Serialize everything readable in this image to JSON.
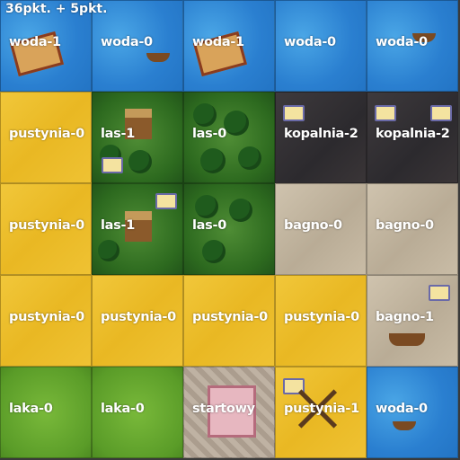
{
  "score": "36pkt. + 5pkt.",
  "rows": [
    [
      "woda-1",
      "woda-0",
      "woda-1",
      "woda-0",
      "woda-0"
    ],
    [
      "pustynia-0",
      "las-1",
      "las-0",
      "kopalnia-2",
      "kopalnia-2"
    ],
    [
      "pustynia-0",
      "las-1",
      "las-0",
      "bagno-0",
      "bagno-0"
    ],
    [
      "pustynia-0",
      "pustynia-0",
      "pustynia-0",
      "pustynia-0",
      "bagno-1"
    ],
    [
      "laka-0",
      "laka-0",
      "startowy",
      "pustynia-1",
      "woda-0"
    ]
  ]
}
